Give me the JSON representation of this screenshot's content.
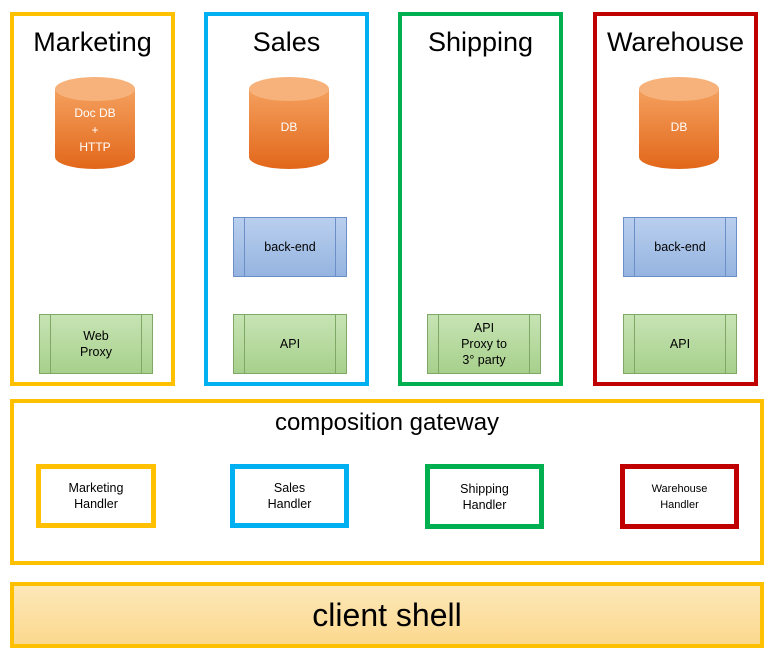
{
  "columns": [
    {
      "id": "marketing",
      "title": "Marketing",
      "color": "#ffc000",
      "db_label": "Doc DB\n+\nHTTP",
      "backend_label": null,
      "api_label": "Web\nProxy"
    },
    {
      "id": "sales",
      "title": "Sales",
      "color": "#00b0f0",
      "db_label": "DB",
      "backend_label": "back-end",
      "api_label": "API"
    },
    {
      "id": "shipping",
      "title": "Shipping",
      "color": "#00b050",
      "db_label": null,
      "backend_label": null,
      "api_label": "API\nProxy to\n3° party"
    },
    {
      "id": "warehouse",
      "title": "Warehouse",
      "color": "#c00000",
      "db_label": "DB",
      "backend_label": "back-end",
      "api_label": "API"
    }
  ],
  "gateway": {
    "title": "composition gateway",
    "color": "#ffc000",
    "handlers": [
      {
        "label": "Marketing\nHandler",
        "color": "#ffc000"
      },
      {
        "label": "Sales\nHandler",
        "color": "#00b0f0"
      },
      {
        "label": "Shipping\nHandler",
        "color": "#00b050"
      },
      {
        "label": "Warehouse\nHandler",
        "color": "#c00000"
      }
    ]
  },
  "shell": {
    "label": "client shell",
    "color": "#ffc000"
  },
  "db_color": "#ed7d31"
}
